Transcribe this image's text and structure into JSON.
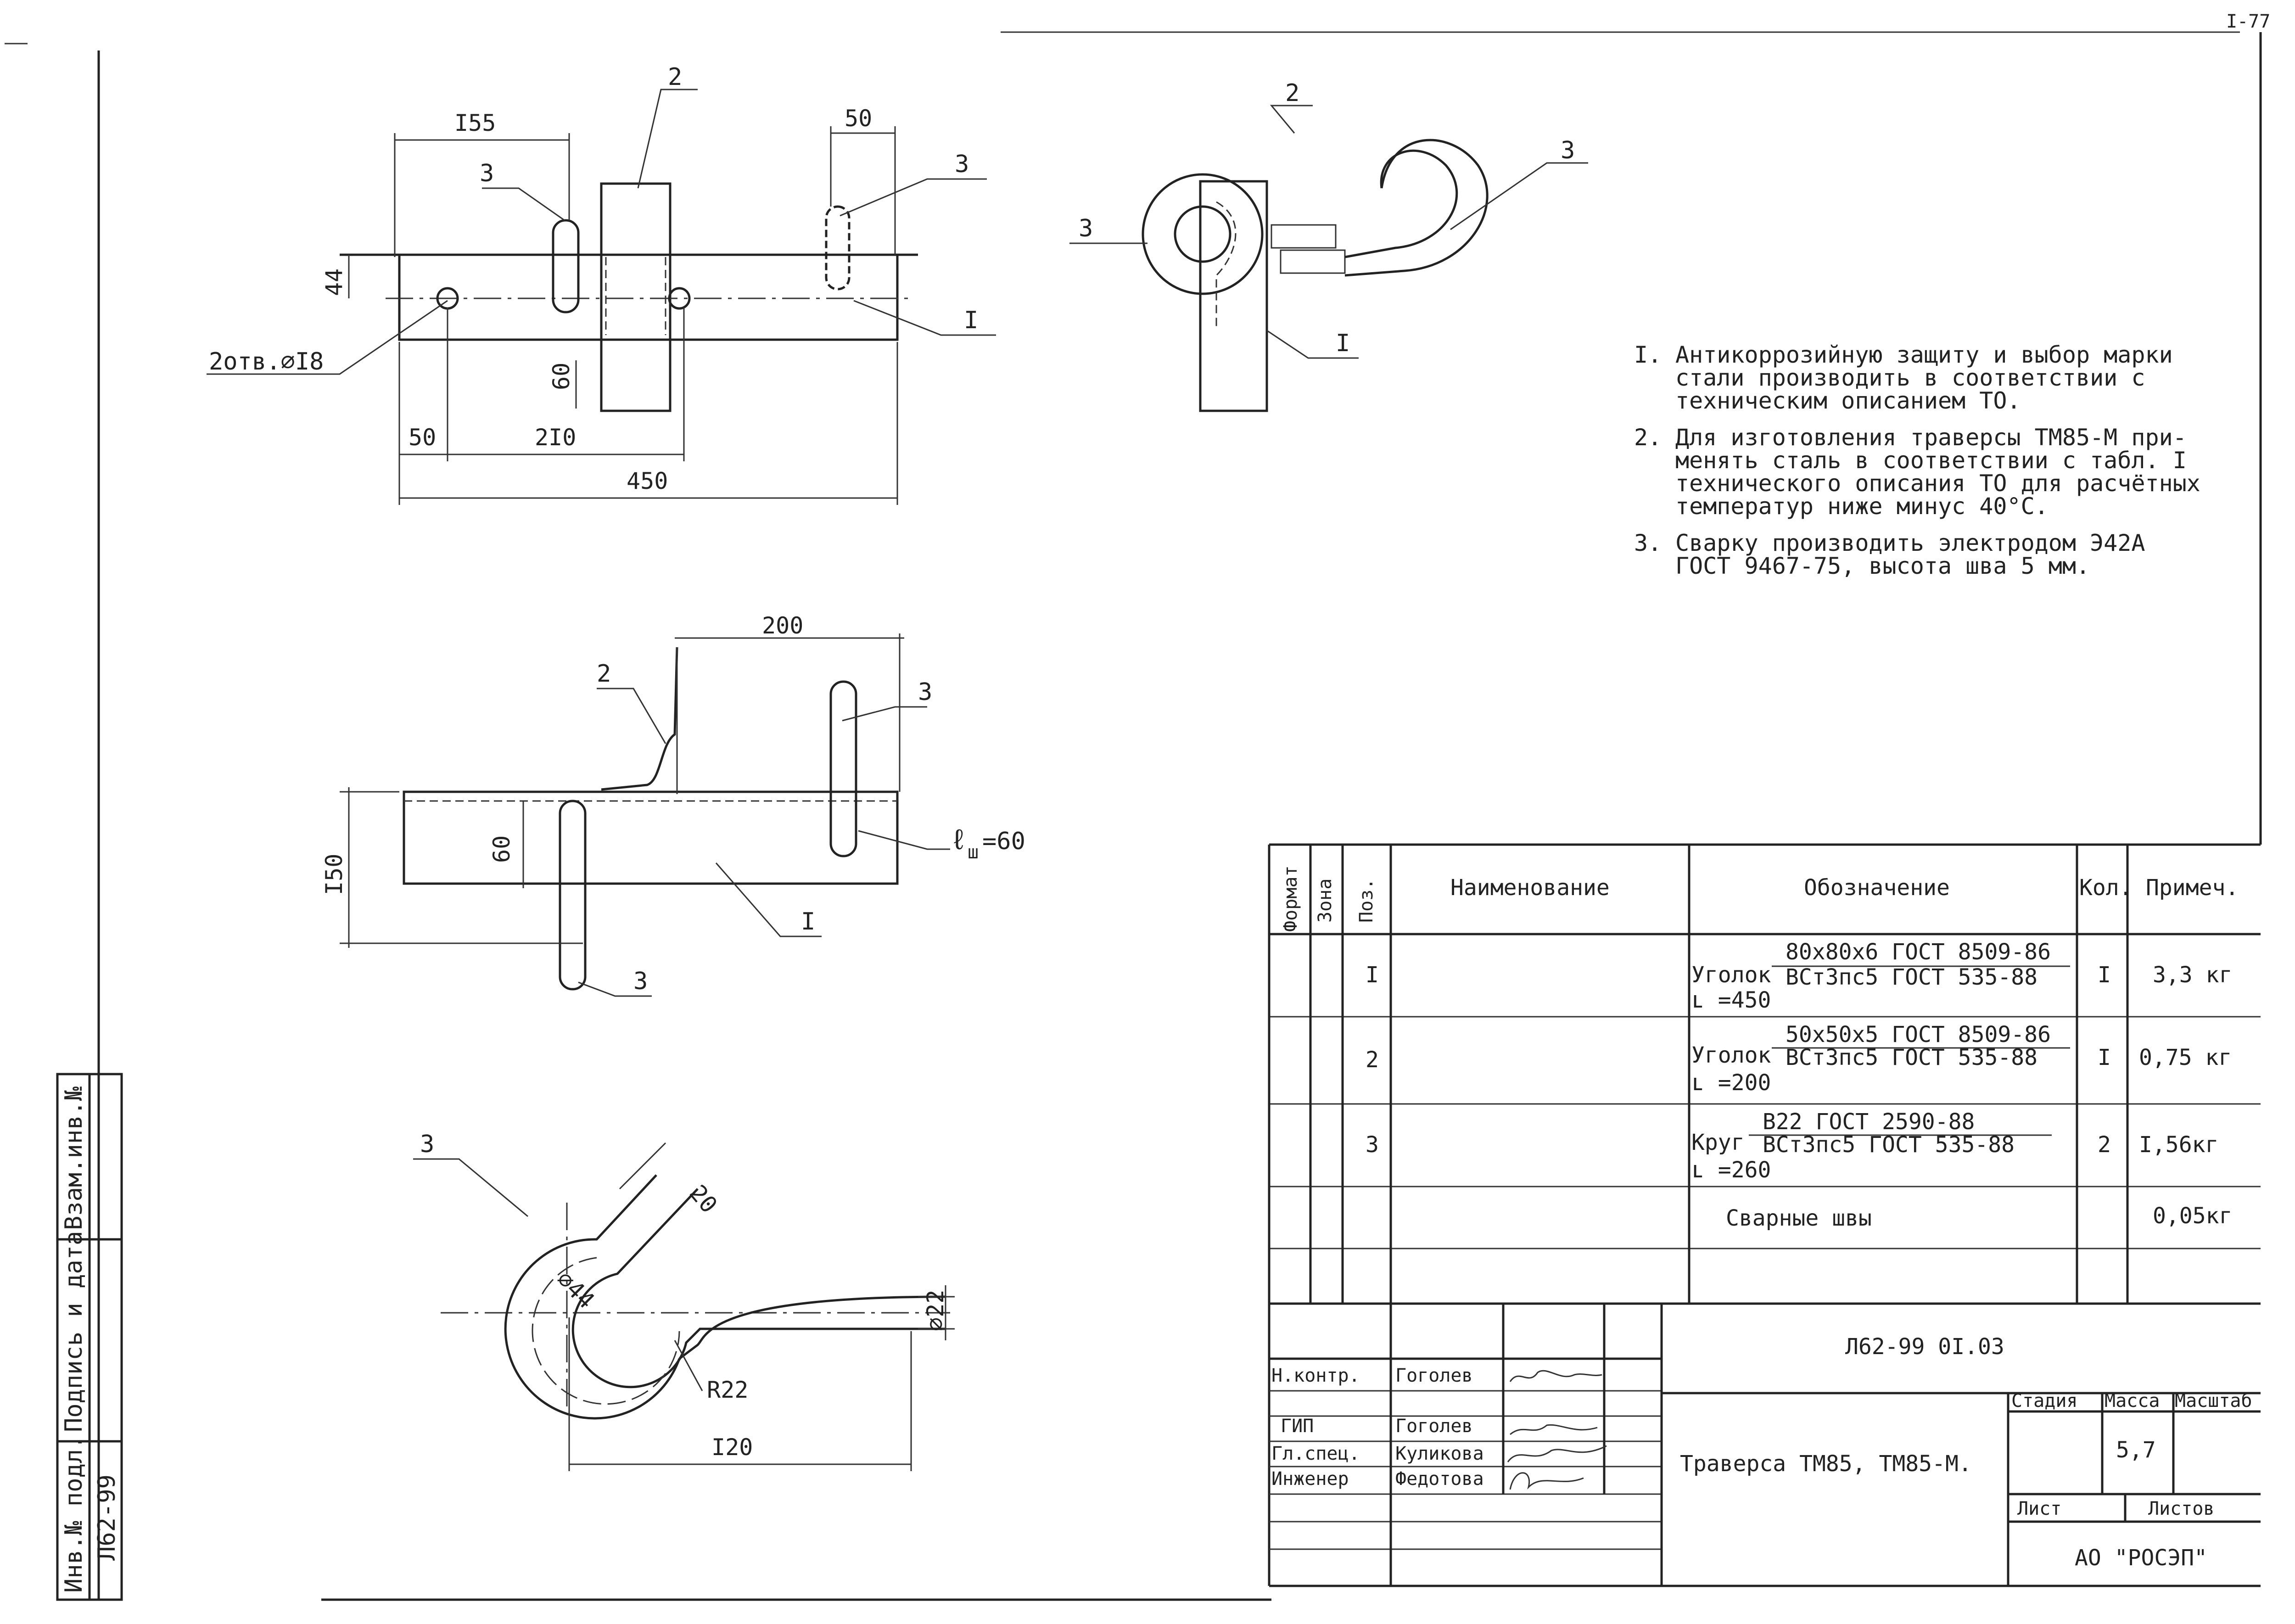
{
  "sheet_corner": "I-77",
  "view_top": {
    "dims": {
      "d155": "I55",
      "d50_top": "50",
      "d44": "44",
      "d60": "60",
      "d50_bottom": "50",
      "d210": "2I0",
      "d450": "450"
    },
    "holes_label": "2отв.∅I8",
    "callouts": {
      "c2": "2",
      "c3a": "3",
      "c3b": "3",
      "c1": "I"
    }
  },
  "view_side": {
    "callouts": {
      "c2": "2",
      "c3a": "3",
      "c3b": "3",
      "c1": "I"
    }
  },
  "view_front": {
    "dims": {
      "d200": "200",
      "d150": "I50",
      "d60": "60"
    },
    "weld_length": "ℓ",
    "weld_sub": "ш",
    "weld_val": "=60",
    "callouts": {
      "c2": "2",
      "c3a": "3",
      "c3b": "3",
      "c1": "I"
    }
  },
  "view_hook": {
    "dims": {
      "d20": "20",
      "d44": "∅44",
      "d22": "∅22",
      "r22": "R22",
      "d120": "I20"
    },
    "callout": "3"
  },
  "notes": [
    {
      "num": "I.",
      "lines": [
        "Антикоррозийную защиту и выбор марки",
        "стали производить в соответствии с",
        "техническим описанием ТО."
      ]
    },
    {
      "num": "2.",
      "lines": [
        "Для изготовления траверсы ТМ85-М  при-",
        "менять сталь в соответствии с табл. I",
        "технического описания ТО для расчётных",
        "температур ниже минус 40°С."
      ]
    },
    {
      "num": "3.",
      "lines": [
        "Сварку производить электродом Э42А",
        "ГОСТ 9467-75, высота шва 5 мм."
      ]
    }
  ],
  "spec_table": {
    "headers": {
      "format": "Формат",
      "zone": "Зона",
      "pos": "Поз.",
      "name": "Наименование",
      "designation": "Обозначение",
      "qty": "Кол.",
      "note": "Примеч."
    },
    "rows": [
      {
        "pos": "I",
        "prefix": "Уголок",
        "top": "80х80х6  ГОСТ 8509-86",
        "bottom": "ВСт3пс5 ГОСТ 535-88",
        "len": "ʟ =450",
        "qty": "I",
        "note": "3,3 кг"
      },
      {
        "pos": "2",
        "prefix": "Уголок",
        "top": "50х50х5 ГОСТ 8509-86",
        "bottom": "ВСт3пс5 ГОСТ 535-88",
        "len": "ʟ =200",
        "qty": "I",
        "note": "0,75 кг"
      },
      {
        "pos": "3",
        "prefix": "Круг",
        "top": "В22  ГОСТ 2590-88",
        "bottom": "ВСт3пс5 ГОСТ 535-88",
        "len": "ʟ =260",
        "qty": "2",
        "note": "I,56кг"
      },
      {
        "pos": "",
        "prefix": "",
        "top": "",
        "bottom": "",
        "len": "",
        "name": "Сварные швы",
        "qty": "",
        "note": "0,05кг"
      }
    ]
  },
  "title_block": {
    "code": "Л62-99 0I.03",
    "title": "Траверса ТМ85, ТМ85-М.",
    "stage_h": "Стадия",
    "mass_h": "Масса",
    "scale_h": "Масштаб",
    "mass": "5,7",
    "sheet_h": "Лист",
    "sheets_h": "Листов",
    "org": "АО \"РОСЭП\"",
    "people": [
      {
        "role": "Н.контр.",
        "name": "Гоголев"
      },
      {
        "role": "ГИП",
        "name": "Гоголев"
      },
      {
        "role": "Гл.спец.",
        "name": "Куликова"
      },
      {
        "role": "Инженер",
        "name": "Федотова"
      }
    ]
  },
  "left_strip": {
    "f1": "Инв.№ подл.",
    "f2": "Подпись и дата",
    "f3": "Взам.инв.№",
    "value": "Л62-99"
  }
}
